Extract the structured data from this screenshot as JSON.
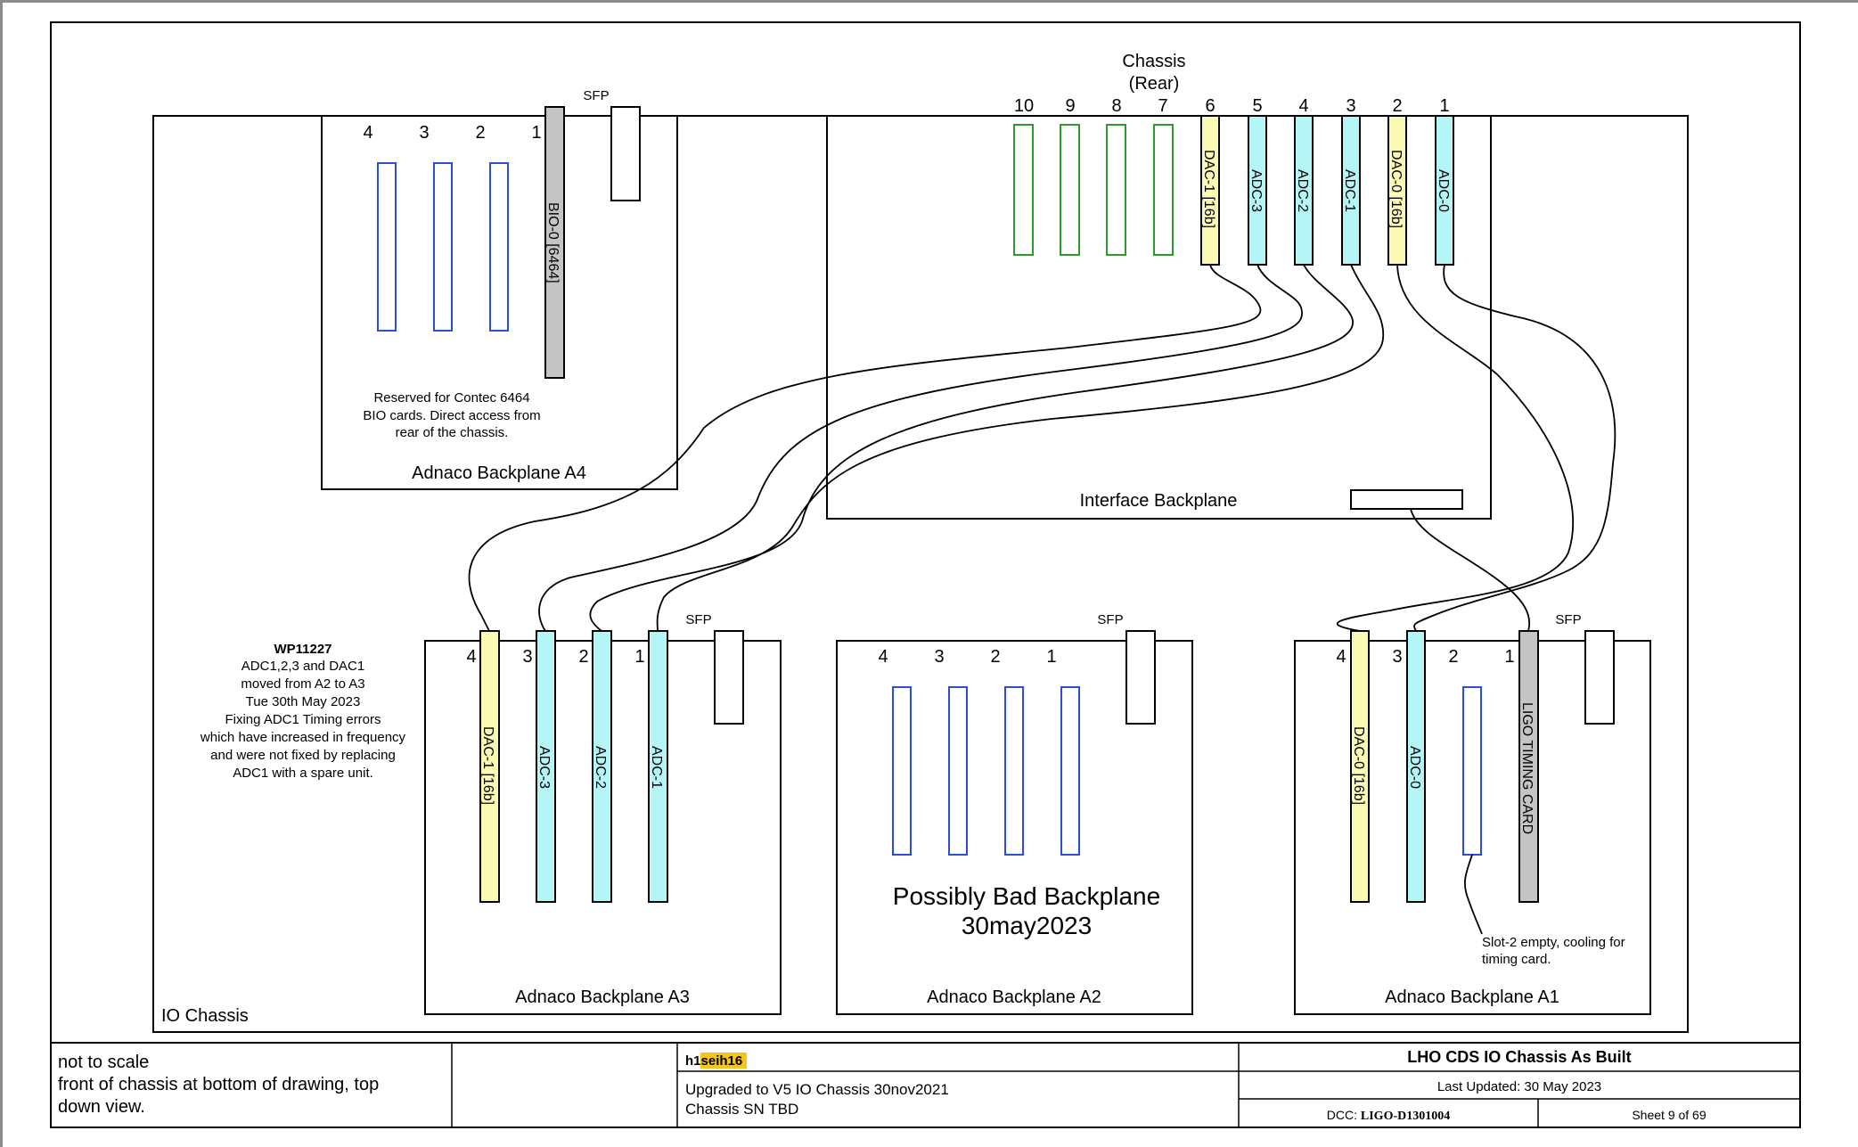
{
  "sheet": {
    "chassis_title": [
      "Chassis",
      "(Rear)"
    ],
    "io_chassis_label": "IO Chassis",
    "sfp": "SFP"
  },
  "backplane_a4": {
    "label": "Adnaco Backplane A4",
    "slot_numbers": [
      "4",
      "3",
      "2",
      "1"
    ],
    "card": "BIO-0 [6464]",
    "note": [
      "Reserved for Contec 6464",
      "BIO cards. Direct access from",
      "rear of the chassis."
    ]
  },
  "interface_backplane": {
    "label": "Interface Backplane",
    "slot_numbers": [
      "10",
      "9",
      "8",
      "7",
      "6",
      "5",
      "4",
      "3",
      "2",
      "1"
    ],
    "cards": [
      "DAC-1 [16b]",
      "ADC-3",
      "ADC-2",
      "ADC-1",
      "DAC-0 [16b]",
      "ADC-0"
    ]
  },
  "backplane_a3": {
    "label": "Adnaco Backplane A3",
    "slot_numbers": [
      "4",
      "3",
      "2",
      "1"
    ],
    "cards": [
      "DAC-1 [16b]",
      "ADC-3",
      "ADC-2",
      "ADC-1"
    ]
  },
  "backplane_a2": {
    "label": "Adnaco Backplane A2",
    "slot_numbers": [
      "4",
      "3",
      "2",
      "1"
    ],
    "warning": [
      "Possibly Bad Backplane",
      "30may2023"
    ]
  },
  "backplane_a1": {
    "label": "Adnaco Backplane A1",
    "slot_numbers": [
      "4",
      "3",
      "2",
      "1"
    ],
    "cards": [
      "DAC-0 [16b]",
      "ADC-0",
      "LIGO TIMING CARD"
    ],
    "note": [
      "Slot-2 empty, cooling for",
      "timing card."
    ]
  },
  "work_permit": {
    "id": "WP11227",
    "lines": [
      "ADC1,2,3 and DAC1",
      "moved from A2 to A3",
      "Tue 30th May 2023",
      "Fixing ADC1 Timing errors",
      "which have increased in frequency",
      "and were not fixed by replacing",
      "ADC1 with a spare unit."
    ]
  },
  "title_block": {
    "notes": [
      "not to scale",
      "front of chassis at bottom of drawing, top",
      "down view."
    ],
    "model_prefix": "h1",
    "model_highlight": "seih16",
    "upgrade_lines": [
      "Upgraded to V5 IO Chassis 30nov2021",
      "Chassis SN TBD"
    ],
    "title": "LHO CDS IO Chassis As Built",
    "last_updated": "Last Updated: 30 May 2023",
    "dcc_label": "DCC: ",
    "dcc_number": "LIGO-D1301004",
    "sheet": "Sheet 9 of 69"
  },
  "colors": {
    "adc": "#b5f5f5",
    "dac": "#fafab4",
    "gray_card": "#c4c4c4",
    "empty_blue_slot": "#2a4fd6",
    "empty_green_slot": "#2e9a2e",
    "highlight": "#f5c518"
  }
}
